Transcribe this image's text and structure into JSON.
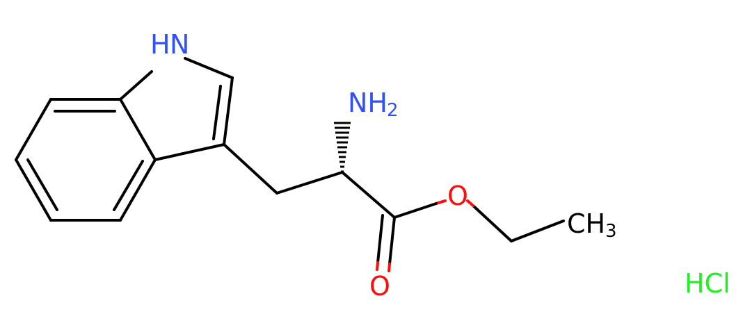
{
  "structure": {
    "atom_labels": {
      "nh": "H",
      "nh_n": "N",
      "nh2_n": "NH",
      "nh2_sub": "2",
      "ester_o": "O",
      "carbonyl_o": "O",
      "ch3": "CH",
      "ch3_sub": "3"
    },
    "salt_label": "HCl",
    "colors": {
      "bond": "#000000",
      "nitrogen": "#3050F8",
      "oxygen": "#FF0D0D",
      "chlorine": "#1FF01F"
    }
  }
}
